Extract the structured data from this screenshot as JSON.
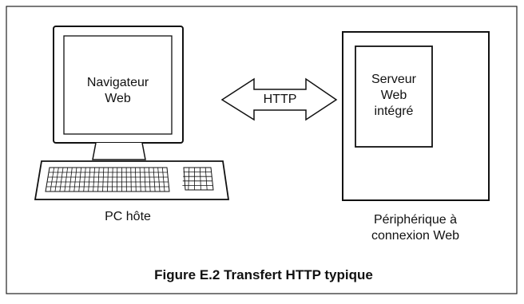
{
  "diagram": {
    "pc": {
      "screen_text": "Navigateur\nWeb",
      "label": "PC hôte"
    },
    "arrow": {
      "label": "HTTP"
    },
    "device": {
      "inner_text": "Serveur\nWeb\nintégré",
      "label": "Périphérique à\nconnexion Web"
    },
    "caption": "Figure E.2 Transfert HTTP typique"
  }
}
